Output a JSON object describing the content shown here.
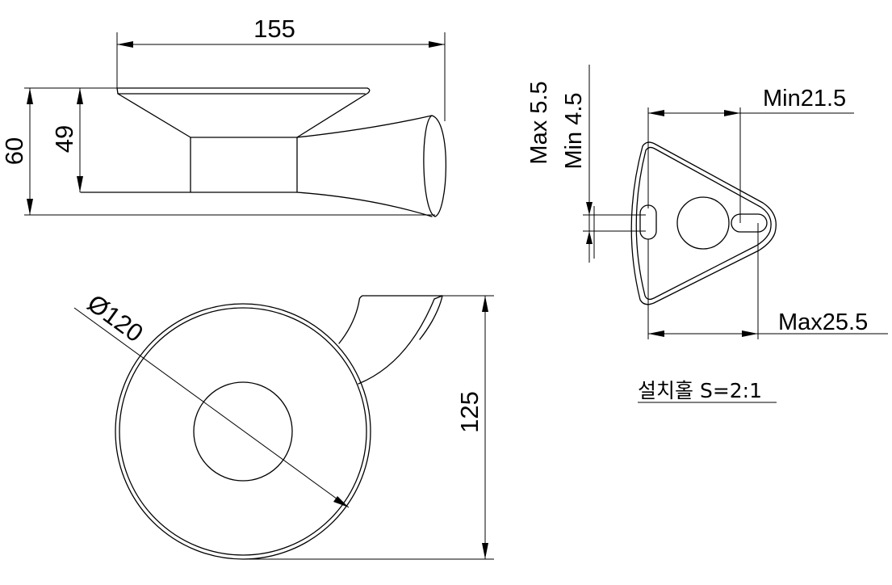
{
  "dimensions": {
    "width_155": "155",
    "height_60": "60",
    "height_49": "49",
    "diameter_120": "Ø120",
    "height_125": "125",
    "slot_max": "Max 5.5",
    "slot_min": "Min 4.5",
    "min_spacing": "Min21.5",
    "max_spacing": "Max25.5"
  },
  "caption": "설치홀 S=2:1"
}
